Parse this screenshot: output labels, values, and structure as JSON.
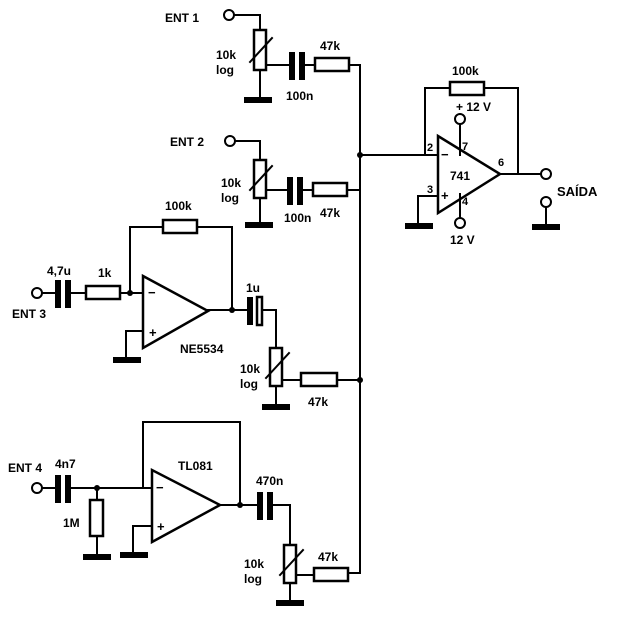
{
  "inputs": {
    "ent1": "ENT 1",
    "ent2": "ENT 2",
    "ent3": "ENT 3",
    "ent4": "ENT 4"
  },
  "output": "SAÍDA",
  "pots": {
    "p1": [
      "10k",
      "log"
    ],
    "p2": [
      "10k",
      "log"
    ],
    "p3": [
      "10k",
      "log"
    ],
    "p4": [
      "10k",
      "log"
    ]
  },
  "capacitors": {
    "c1": "100n",
    "c2": "100n",
    "c3_in": "4,7u",
    "c3_out": "1u",
    "c4_in": "4n7",
    "c4_out": "470n"
  },
  "resistors": {
    "r1_mix": "47k",
    "r2_mix": "47k",
    "r3_mix": "47k",
    "r4_mix": "47k",
    "r_mixer_fb": "100k",
    "r3_in": "1k",
    "r3_fb": "100k",
    "r4_bias": "1M"
  },
  "opamps": {
    "mixer": "741",
    "ch3": "NE5534",
    "ch4": "TL081"
  },
  "mixer_pins": {
    "p2": "2",
    "p3": "3",
    "p4": "4",
    "p6": "6",
    "p7": "7"
  },
  "supplies": {
    "pos": "+ 12 V",
    "neg": "12 V"
  },
  "signs": {
    "minus": "−",
    "plus": "+"
  }
}
